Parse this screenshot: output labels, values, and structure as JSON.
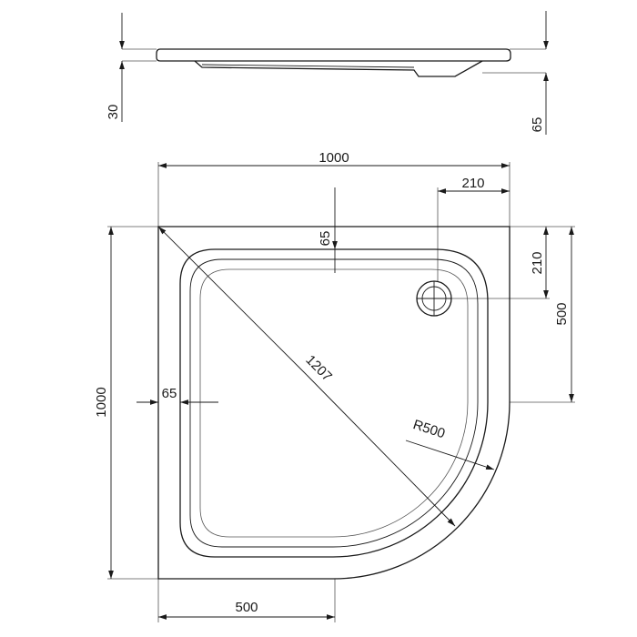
{
  "side_view": {
    "dim_left_height": "30",
    "dim_right_height": "65"
  },
  "plan_view": {
    "dim_total_width": "1000",
    "dim_drain_x": "210",
    "dim_rim_top": "65",
    "dim_drain_y": "210",
    "dim_straight_side": "500",
    "dim_total_height": "1000",
    "dim_rim_left": "65",
    "dim_diagonal": "1207",
    "dim_radius": "R500",
    "dim_bottom_straight": "500"
  },
  "colors": {
    "line": "#1a1a1a",
    "background": "#ffffff"
  }
}
